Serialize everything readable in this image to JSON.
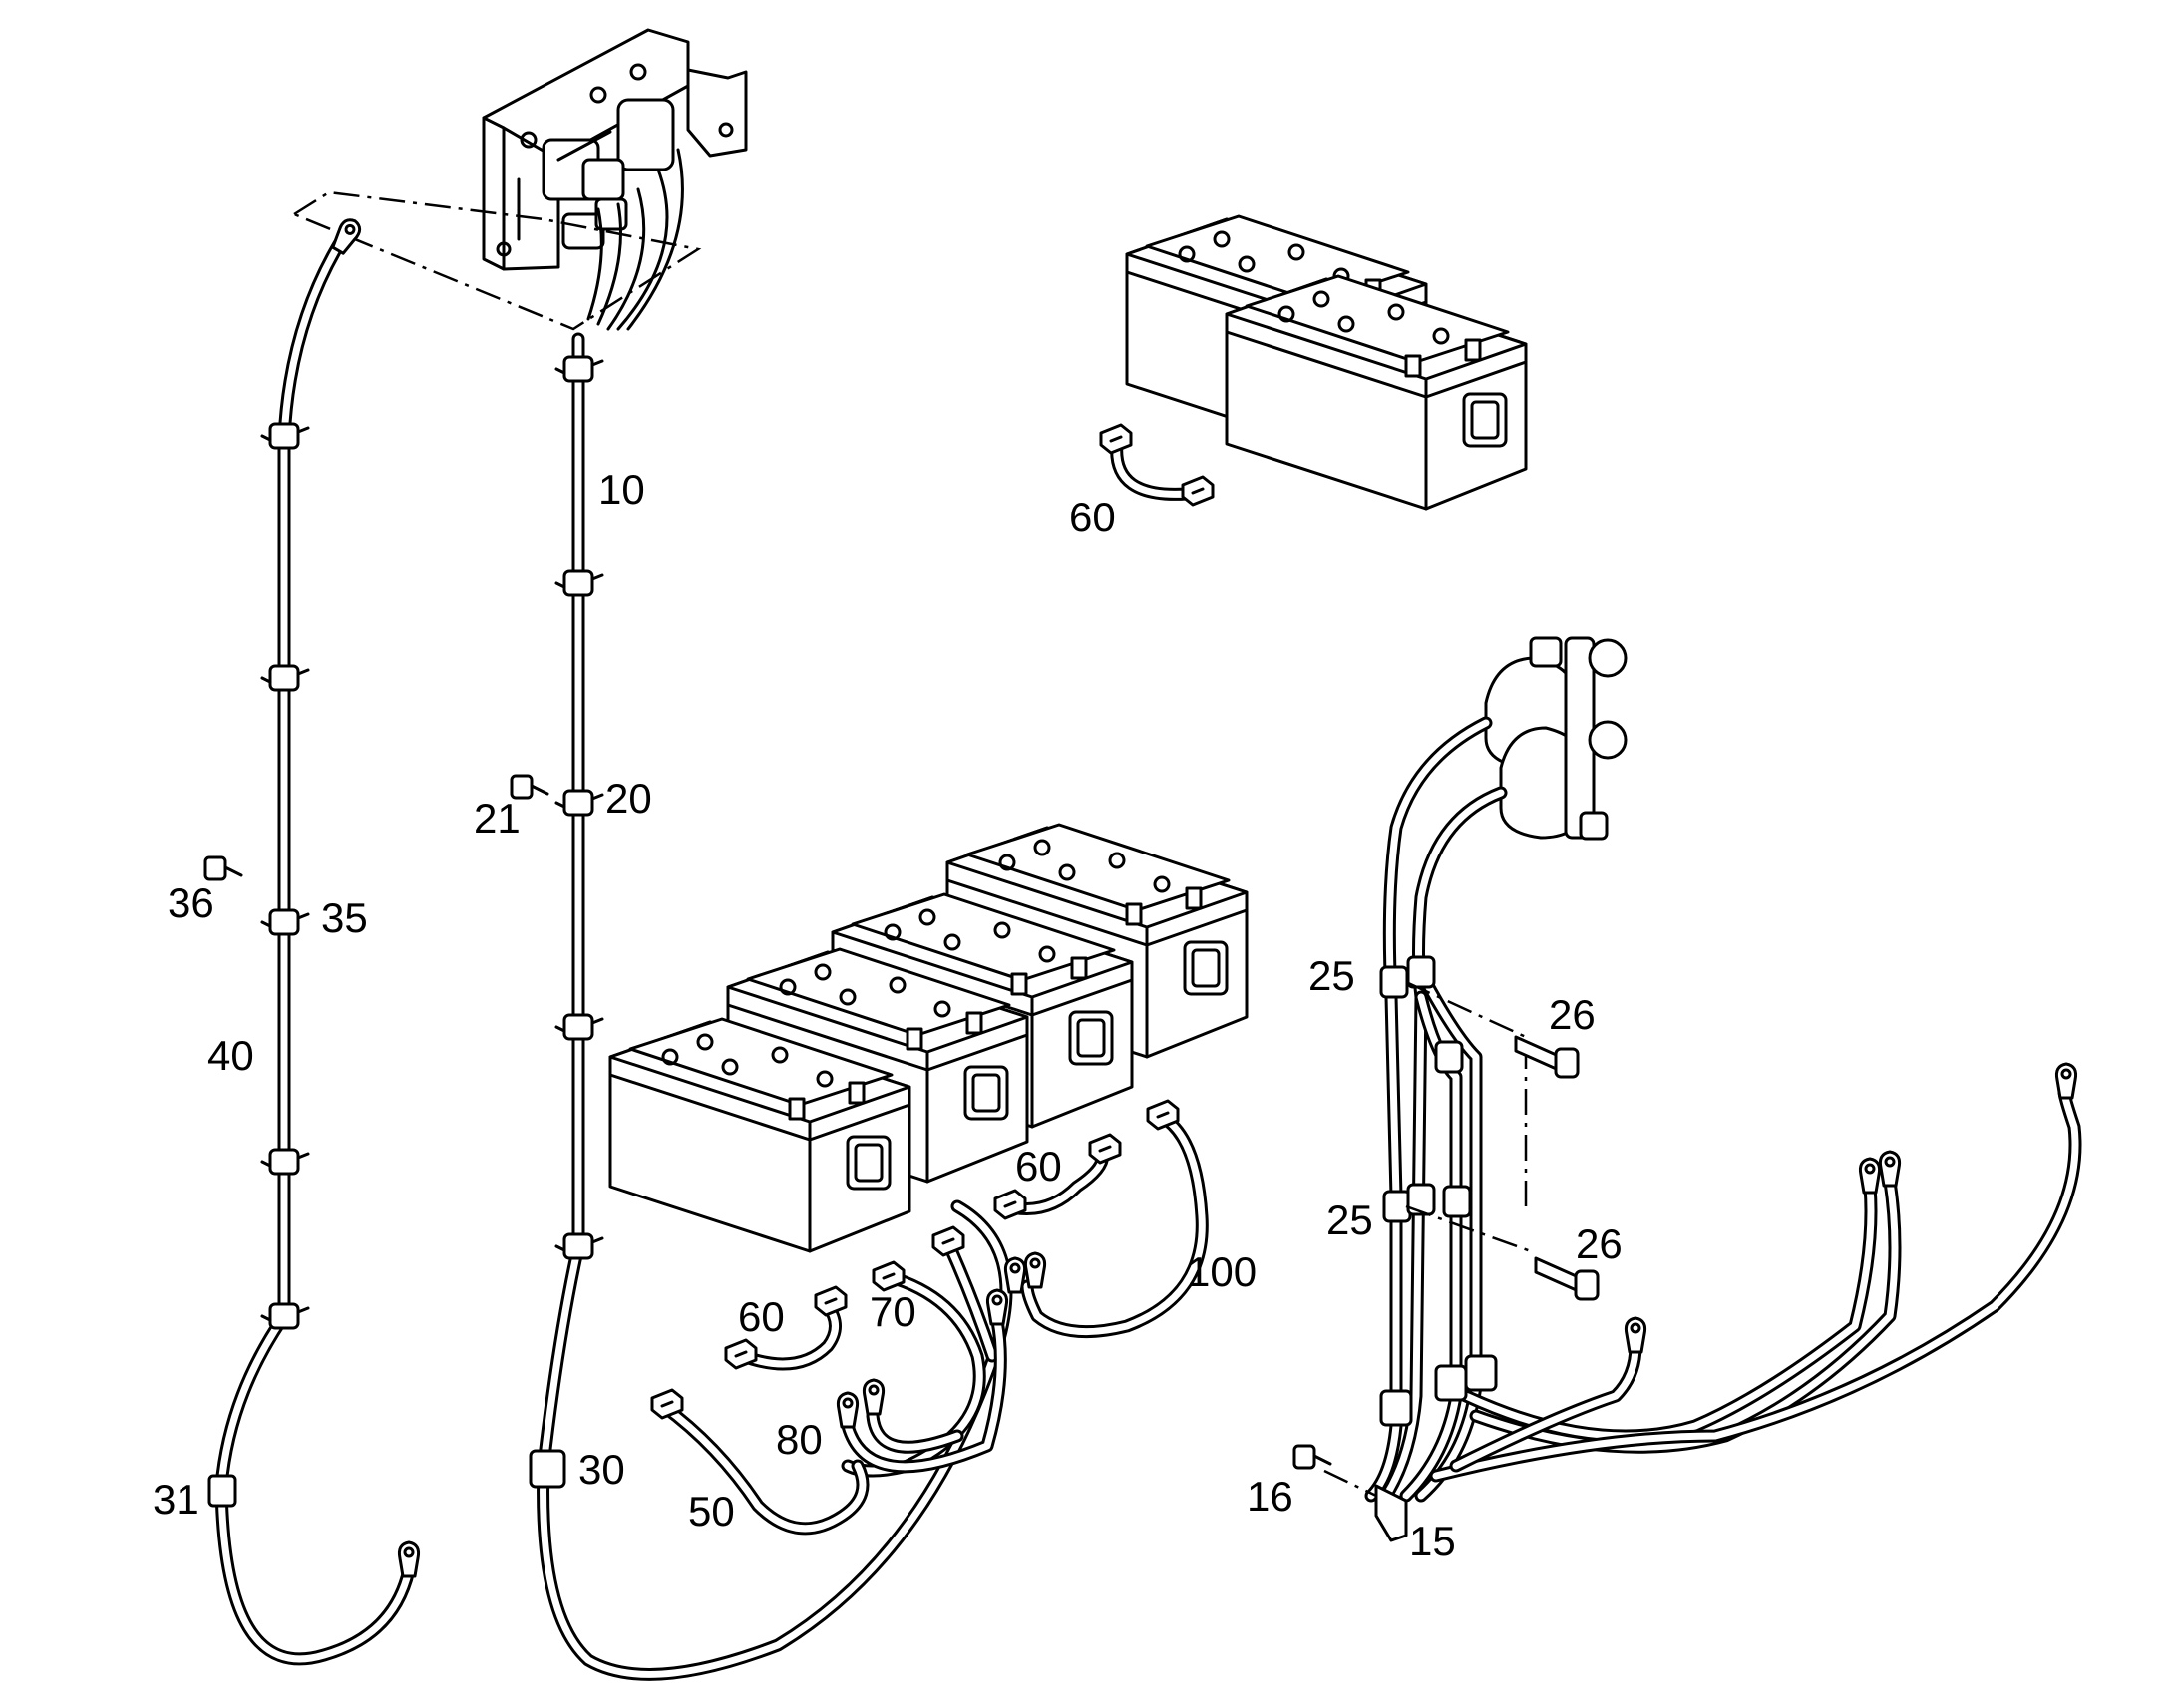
{
  "labels": {
    "l10": "10",
    "l20": "20",
    "l21": "21",
    "l35": "35",
    "l36": "36",
    "l40": "40",
    "l31": "31",
    "l30": "30",
    "l60a": "60",
    "l60b": "60",
    "l60c": "60",
    "l70": "70",
    "l80": "80",
    "l50": "50",
    "l100": "100",
    "l25a": "25",
    "l25b": "25",
    "l26a": "26",
    "l26b": "26",
    "l16": "16",
    "l15": "15"
  }
}
